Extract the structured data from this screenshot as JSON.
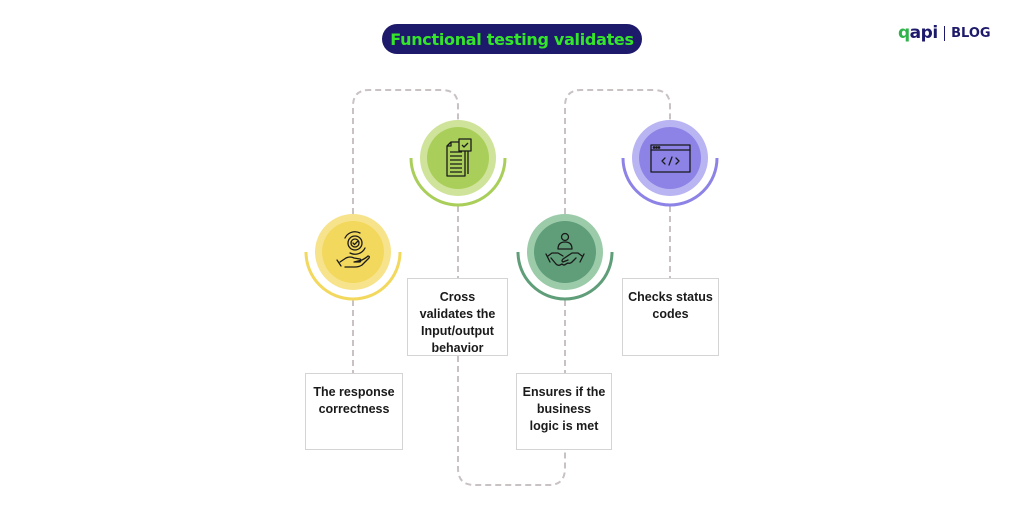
{
  "header": {
    "title": "Functional testing validates",
    "logo_text": "qapi",
    "blog_label": "BLOG"
  },
  "colors": {
    "title_bg": "#1e1a6b",
    "title_text": "#33e62a",
    "connector": "#c8c2c2",
    "box_border": "#d4d4d4"
  },
  "steps": [
    {
      "label": "The response correctness",
      "icon": "gear-check-hand-icon",
      "outer": "#f7e38c",
      "inner": "#f3d85e",
      "arc": "#f3d85e"
    },
    {
      "label": "Cross validates the Input/output behavior",
      "icon": "document-check-icon",
      "outer": "#cfe39a",
      "inner": "#a9cf5a",
      "arc": "#a9cf5a"
    },
    {
      "label": "Ensures if the business logic is met",
      "icon": "handshake-person-icon",
      "outer": "#9ccbaa",
      "inner": "#5f9e79",
      "arc": "#5f9e79"
    },
    {
      "label": "Checks status codes",
      "icon": "browser-code-icon",
      "outer": "#b9b4f2",
      "inner": "#8d83e6",
      "arc": "#8d83e6"
    }
  ]
}
